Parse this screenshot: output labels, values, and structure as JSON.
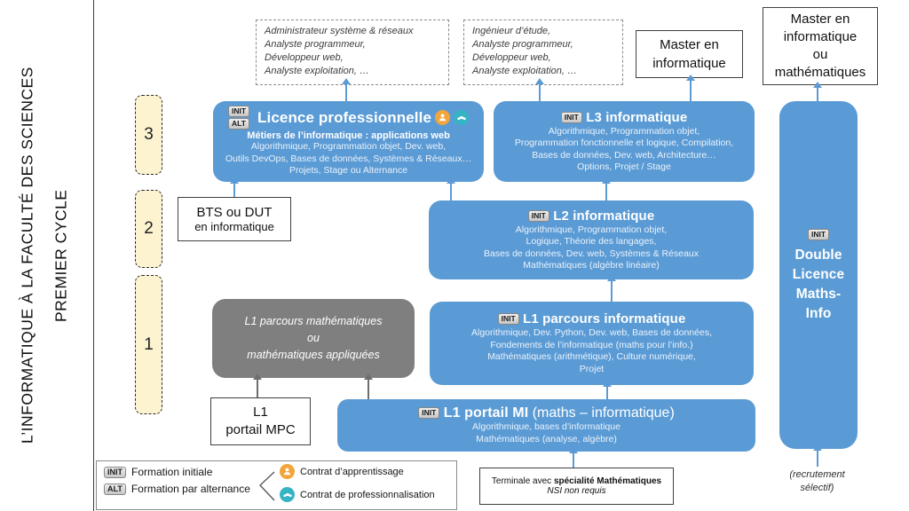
{
  "page": {
    "vertical_title": "L’INFORMATIQUE À LA FACULTÉ DES SCIENCES",
    "vertical_subtitle": "PREMIER CYCLE"
  },
  "level_labels": [
    "3",
    "2",
    "1"
  ],
  "badge_labels": {
    "init": "INIT",
    "alt": "ALT"
  },
  "career_box_left": {
    "lines": [
      "Administrateur système & réseaux",
      "Analyste programmeur,",
      "Développeur web,",
      "Analyste exploitation, …"
    ]
  },
  "career_box_right": {
    "lines": [
      "Ingénieur d’étude,",
      "Analyste programmeur,",
      "Développeur web,",
      "Analyste exploitation, …"
    ]
  },
  "master_info": {
    "line1": "Master en",
    "line2": "informatique"
  },
  "master_info_maths": {
    "line1": "Master en",
    "line2": "informatique",
    "line3": "ou",
    "line4": "mathématiques"
  },
  "licence_pro": {
    "title": "Licence professionnelle",
    "subtitle": "Métiers de l’informatique : applications web",
    "lines": [
      "Algorithmique, Programmation objet, Dev. web,",
      "Outils DevOps, Bases de données, Systèmes & Réseaux…",
      "Projets, Stage ou Alternance"
    ]
  },
  "l3_info": {
    "title": "L3 informatique",
    "lines": [
      "Algorithmique, Programmation objet,",
      "Programmation fonctionnelle et logique, Compilation,",
      "Bases de données, Dev. web, Architecture…",
      "Options, Projet / Stage"
    ]
  },
  "l2_info": {
    "title": "L2 informatique",
    "lines": [
      "Algorithmique, Programmation objet,",
      "Logique, Théorie des langages,",
      "Bases de données, Dev. web, Systèmes & Réseaux",
      "Mathématiques (algèbre linéaire)"
    ]
  },
  "l1_parcours_info": {
    "title": "L1 parcours informatique",
    "lines": [
      "Algorithmique, Dev. Python, Dev. web, Bases de données,",
      "Fondements de l’informatique (maths pour l’info.)",
      "Mathématiques (arithmétique), Culture numérique,",
      "Projet"
    ]
  },
  "l1_portail_mi": {
    "title_bold": "L1 portail MI",
    "title_regular": " (maths – informatique)",
    "lines": [
      "Algorithmique, bases d’informatique",
      "Mathématiques (analyse, algèbre)"
    ]
  },
  "l1_maths": {
    "lines": [
      "L1 parcours mathématiques",
      "ou",
      "mathématiques appliquées"
    ]
  },
  "double_licence": {
    "lines": [
      "Double",
      "Licence",
      "Maths-",
      "Info"
    ]
  },
  "bts_box": {
    "line1": "BTS ou DUT",
    "line2": "en informatique"
  },
  "mpc_box": {
    "line1": "L1",
    "line2": "portail MPC"
  },
  "terminale_box": {
    "prefix": "Terminale avec ",
    "bold": "spécialité Mathématiques",
    "line2": "NSI non requis"
  },
  "recrutement": {
    "line1": "(recrutement",
    "line2": "sélectif)"
  },
  "legend": {
    "init_label": "Formation initiale",
    "alt_label": "Formation par alternance",
    "apprentissage": "Contrat d’apprentissage",
    "professionnalisation": "Contrat de professionnalisation"
  },
  "colors": {
    "blue": "#5b9bd5",
    "gray": "#7f7f7f",
    "yellow": "#fdf3d1",
    "orange_icon": "#f2a53a",
    "teal_icon": "#35b4c4"
  }
}
